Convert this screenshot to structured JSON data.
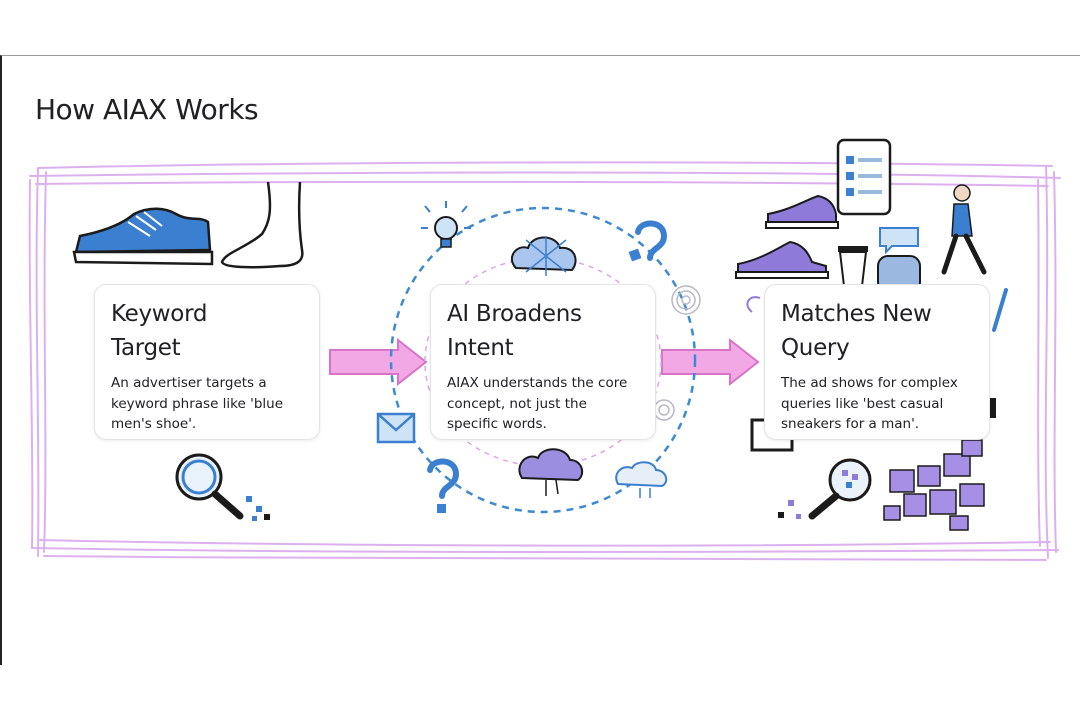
{
  "page": {
    "title": "How AIAX Works"
  },
  "steps": [
    {
      "title_line1": "Keyword",
      "title_line2": "Target",
      "description": "An advertiser targets a keyword phrase like 'blue men's shoe'."
    },
    {
      "title_line1": "AI Broadens",
      "title_line2": "Intent",
      "description": "AIAX understands the core concept, not just the specific words."
    },
    {
      "title_line1": "Matches New",
      "title_line2": "Query",
      "description": "The ad shows for complex queries like 'best casual sneakers for a man'."
    }
  ],
  "colors": {
    "frame": "#d9a8ee",
    "arrow": "#e98fd9",
    "circle": "#3d8ad0",
    "shoe": "#3a7fd0",
    "purple": "#8e7ad8"
  }
}
